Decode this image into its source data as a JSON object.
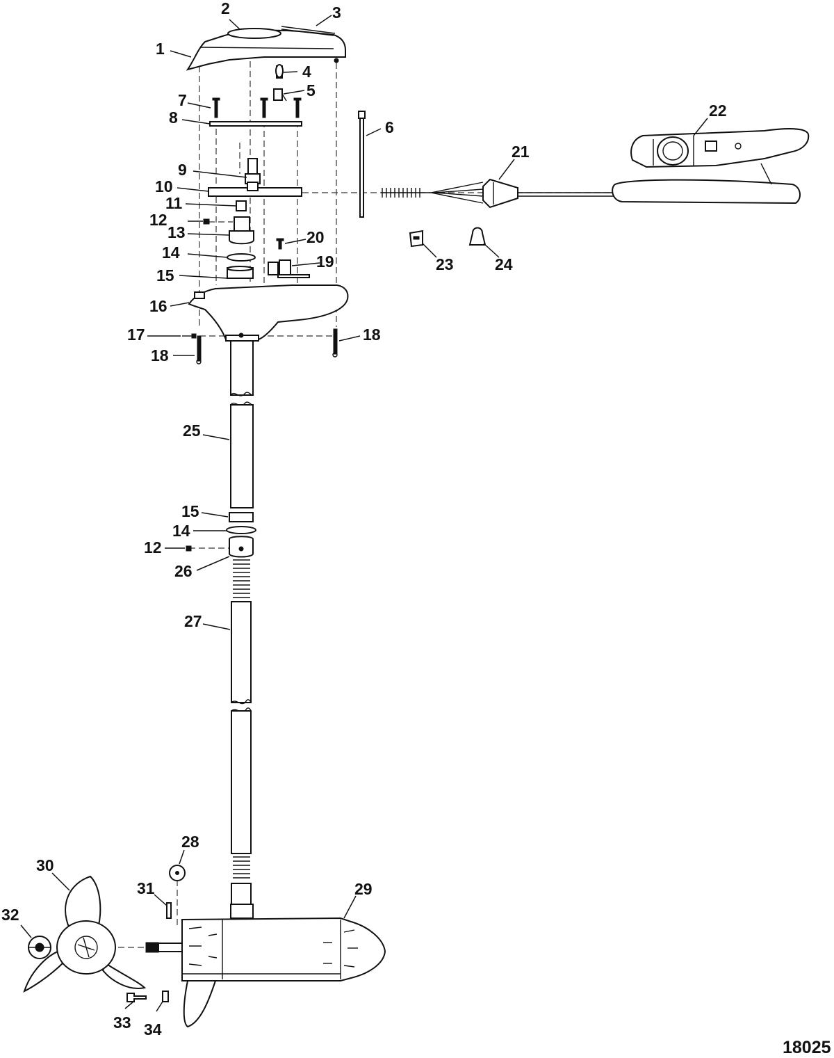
{
  "diagram": {
    "callouts": [
      "1",
      "2",
      "3",
      "4",
      "5",
      "6",
      "7",
      "8",
      "9",
      "10",
      "11",
      "12",
      "13",
      "14",
      "15",
      "16",
      "17",
      "18",
      "19",
      "20",
      "21",
      "22",
      "23",
      "24",
      "25",
      "15",
      "14",
      "12",
      "26",
      "27",
      "28",
      "29",
      "30",
      "31",
      "32",
      "33",
      "34",
      "18"
    ],
    "figure_code": "18025"
  }
}
